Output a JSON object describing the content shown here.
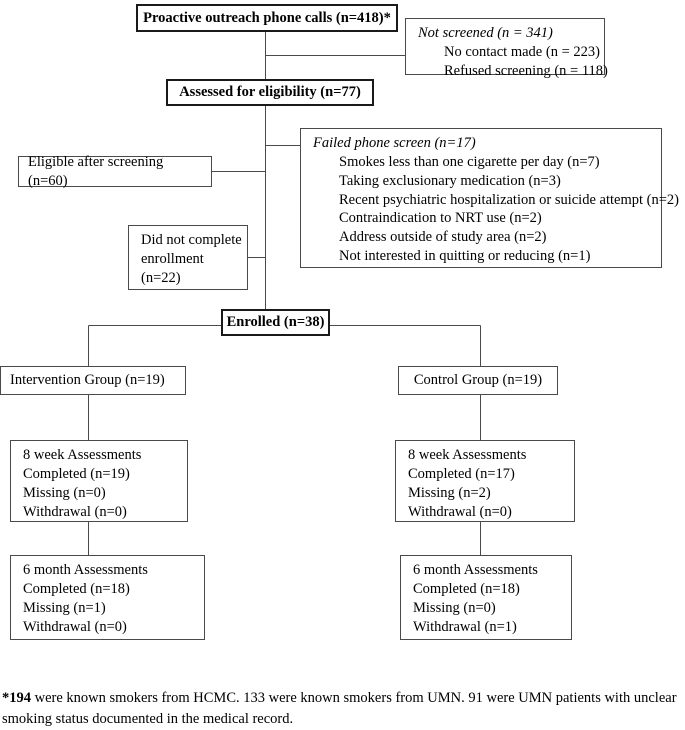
{
  "diagram": {
    "title": "CONSORT participant flow diagram",
    "nodes": {
      "proactive_outreach": {
        "label": "Proactive outreach phone calls (n=418)*"
      },
      "not_screened": {
        "header": "Not screened (n = 341)",
        "items": [
          "No contact made (n = 223)",
          "Refused screening (n = 118)"
        ]
      },
      "assessed_eligibility": {
        "label": "Assessed for eligibility (n=77)"
      },
      "failed_phone_screen": {
        "header": "Failed phone screen (n=17)",
        "items": [
          "Smokes less than one cigarette per day (n=7)",
          "Taking exclusionary medication (n=3)",
          "Recent psychiatric hospitalization or suicide attempt (n=2)",
          "Contraindication to NRT use (n=2)",
          "Address outside of study area (n=2)",
          "Not interested in quitting or reducing (n=1)"
        ]
      },
      "eligible_after_screening": {
        "label": "Eligible after screening (n=60)"
      },
      "did_not_complete_enrollment": {
        "lines": [
          "Did not complete",
          "enrollment",
          "(n=22)"
        ]
      },
      "enrolled": {
        "label": "Enrolled (n=38)"
      },
      "intervention_group": {
        "label": "Intervention Group (n=19)"
      },
      "control_group": {
        "label": "Control Group (n=19)"
      },
      "intervention_8week": {
        "lines": [
          "8 week Assessments",
          "Completed (n=19)",
          "Missing (n=0)",
          "Withdrawal (n=0)"
        ]
      },
      "control_8week": {
        "lines": [
          "8 week Assessments",
          "Completed (n=17)",
          "Missing (n=2)",
          "Withdrawal (n=0)"
        ]
      },
      "intervention_6month": {
        "lines": [
          "6 month Assessments",
          "Completed (n=18)",
          "Missing (n=1)",
          "Withdrawal (n=0)"
        ]
      },
      "control_6month": {
        "lines": [
          "6 month Assessments",
          "Completed (n=18)",
          "Missing (n=0)",
          "Withdrawal (n=1)"
        ]
      }
    },
    "footnote": {
      "marker": "*194",
      "text": " were known smokers from HCMC. 133 were known smokers from UMN. 91 were UMN patients with unclear smoking status documented in the medical record."
    },
    "colors": {
      "line": "#4a4a4a",
      "emphasis_border": "#1a1a1a",
      "text": "#000000",
      "background": "#ffffff"
    }
  }
}
